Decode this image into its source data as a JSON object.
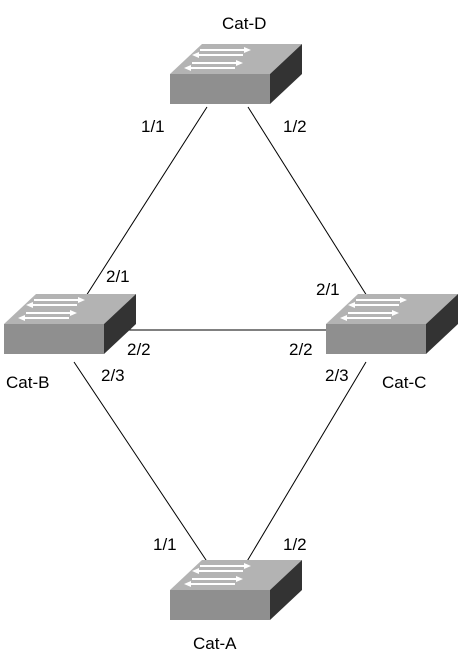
{
  "colors": {
    "switch_top": "#b3b3b3",
    "switch_front": "#8f8f8f",
    "switch_side": "#333333",
    "arrow": "#ffffff",
    "link": "#000000",
    "text": "#000000"
  },
  "switches": {
    "cat_d": {
      "name": "Cat-D",
      "icon": "switch-icon"
    },
    "cat_b": {
      "name": "Cat-B",
      "icon": "switch-icon"
    },
    "cat_c": {
      "name": "Cat-C",
      "icon": "switch-icon"
    },
    "cat_a": {
      "name": "Cat-A",
      "icon": "switch-icon"
    }
  },
  "links": {
    "d_b": {
      "port_d": "1/1",
      "port_b": "2/1"
    },
    "d_c": {
      "port_d": "1/2",
      "port_c": "2/1"
    },
    "b_c": {
      "port_b": "2/2",
      "port_c": "2/2"
    },
    "b_a": {
      "port_b": "2/3",
      "port_a": "1/1"
    },
    "c_a": {
      "port_c": "2/3",
      "port_a": "1/2"
    }
  }
}
